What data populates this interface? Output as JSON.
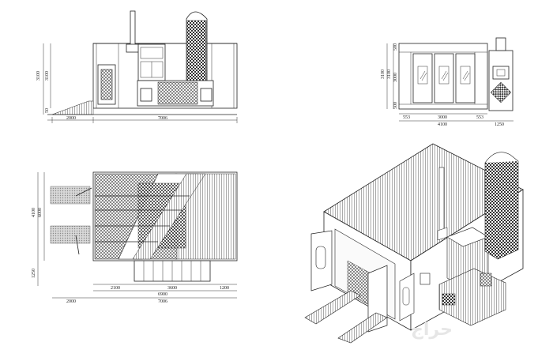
{
  "views": {
    "front_elevation": {
      "dims": {
        "h1": "3100",
        "h2": "3100",
        "base": "50",
        "left": "2000",
        "width": "7006"
      }
    },
    "side_elevation": {
      "dims": {
        "h1": "3100",
        "h2": "3100",
        "top": "500",
        "mid": "3000",
        "bot": "500",
        "left_seg": "553",
        "center": "3000",
        "right_seg": "553",
        "total": "4100",
        "ext": "1250"
      }
    },
    "plan_view": {
      "dims": {
        "depth_total": "4100",
        "depth_inner": "6000",
        "front": "1250",
        "seg1": "2100",
        "seg2": "3600",
        "seg3": "1200",
        "width": "6900",
        "width_total": "7006",
        "left": "2000"
      }
    },
    "isometric_view": {}
  },
  "watermark": "حراج"
}
